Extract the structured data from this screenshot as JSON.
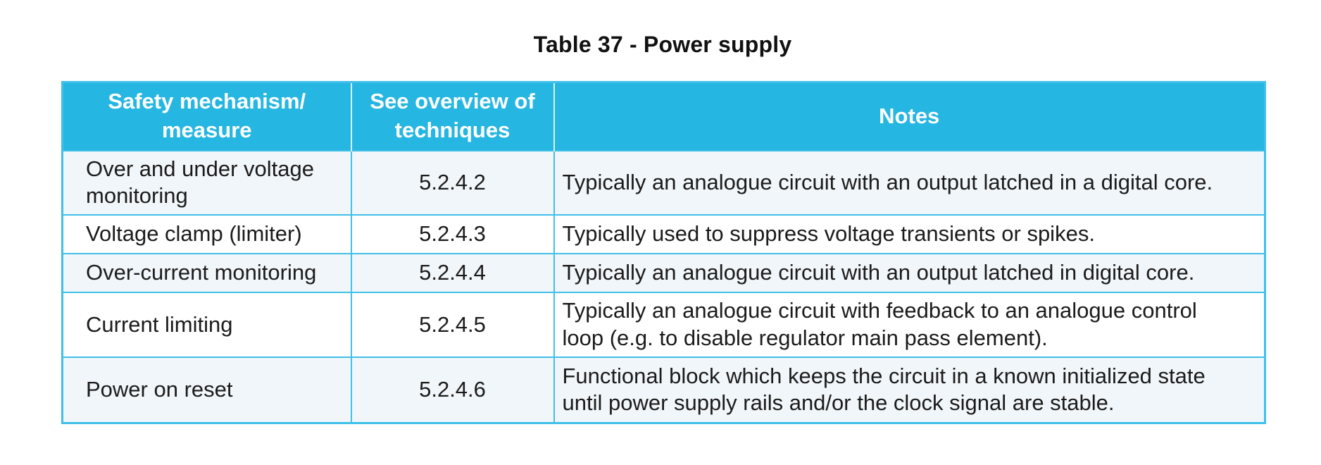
{
  "title": "Table 37 - Power supply",
  "table": {
    "columns": {
      "mechanism": "Safety mechanism/\nmeasure",
      "technique": "See overview of\ntechniques",
      "notes": "Notes"
    },
    "rows": [
      {
        "mechanism": "Over and under voltage\nmonitoring",
        "technique": "5.2.4.2",
        "notes": "Typically an analogue circuit with an output latched in a digital core."
      },
      {
        "mechanism": "Voltage clamp (limiter)",
        "technique": "5.2.4.3",
        "notes": "Typically used to suppress voltage transients or spikes."
      },
      {
        "mechanism": "Over-current monitoring",
        "technique": "5.2.4.4",
        "notes": "Typically an analogue circuit with an output latched in digital core."
      },
      {
        "mechanism": "Current limiting",
        "technique": "5.2.4.5",
        "notes": "Typically an analogue circuit with feedback to an analogue control\nloop (e.g. to disable regulator main pass element)."
      },
      {
        "mechanism": "Power on reset",
        "technique": "5.2.4.6",
        "notes": "Functional block which keeps the circuit in a known initialized state\nuntil power supply rails and/or the clock signal are stable."
      }
    ],
    "colors": {
      "page_bg": "#ffffff",
      "title_text": "#111111",
      "header_bg": "#26b6e2",
      "header_text": "#ffffff",
      "header_divider": "#d9f2fa",
      "grid_border": "#3fc0e8",
      "row_bg": "#ffffff",
      "row_alt_bg": "#f1f6fa",
      "body_text": "#1b1b1b"
    }
  }
}
